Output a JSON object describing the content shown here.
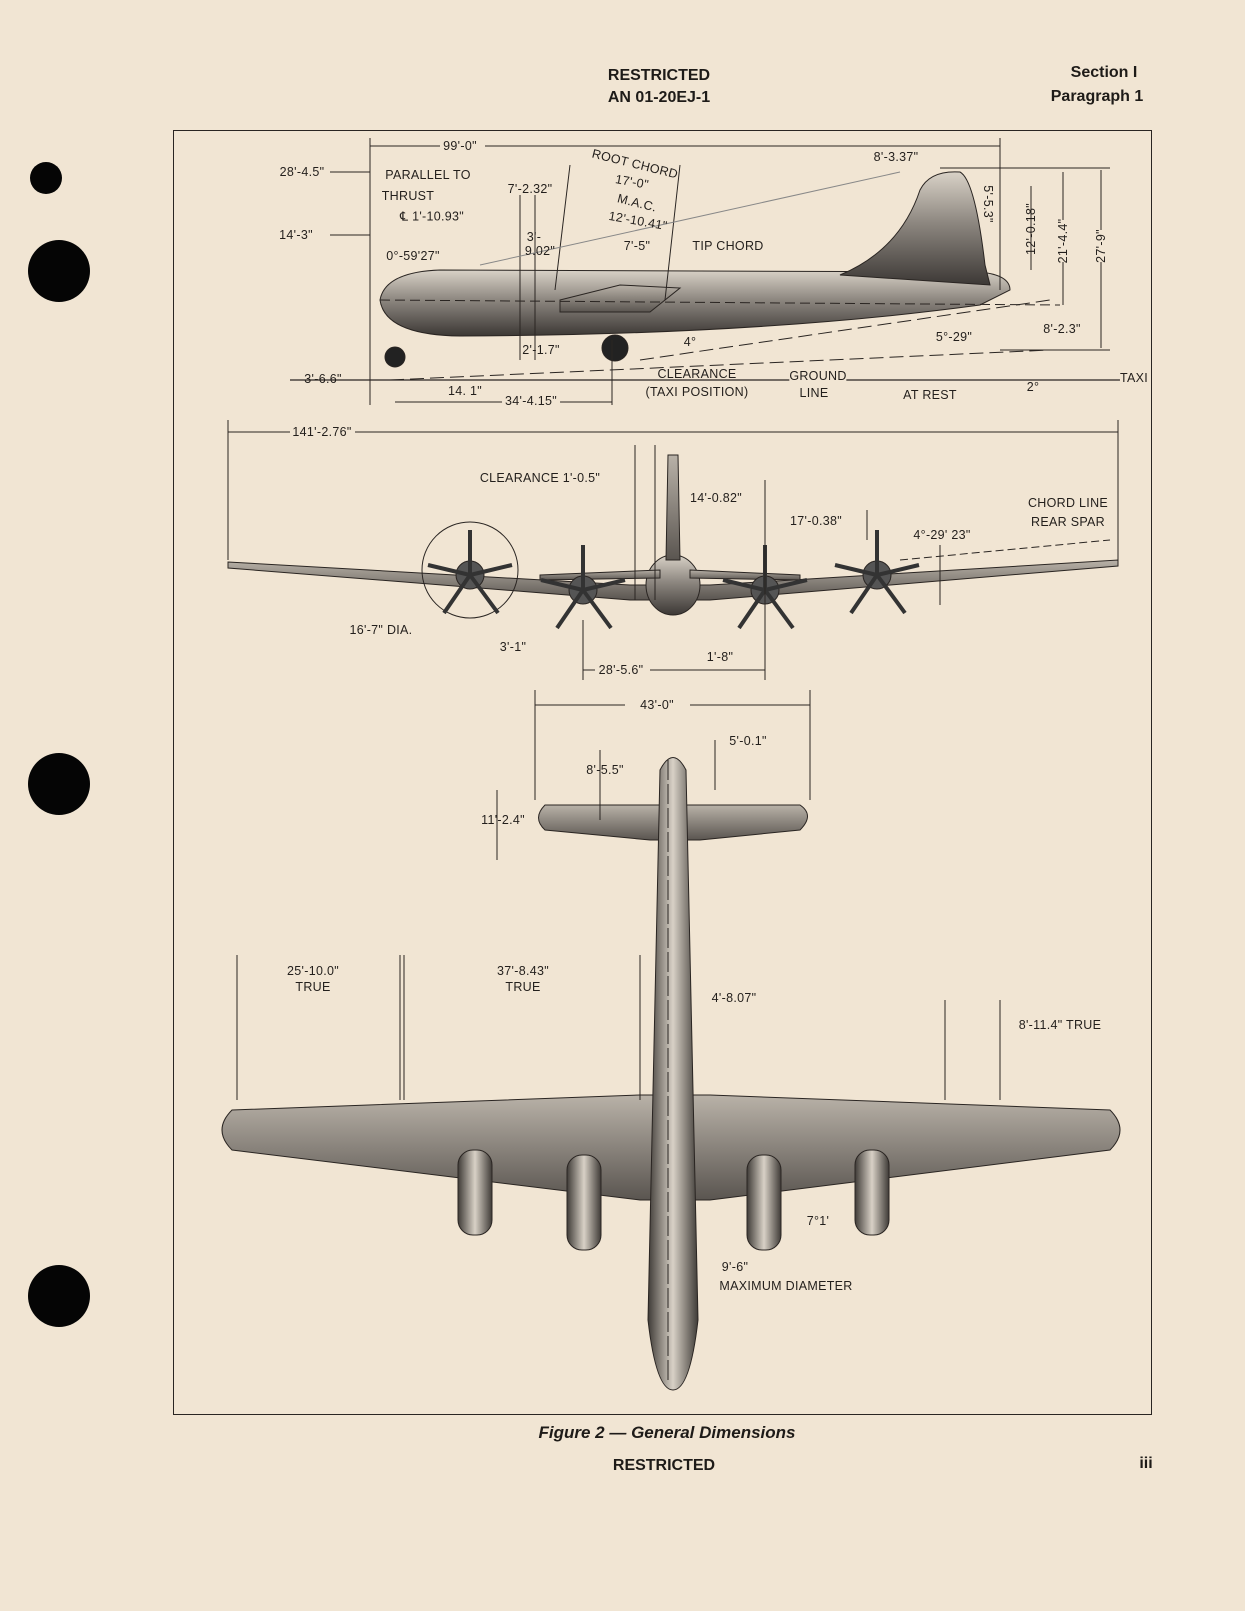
{
  "header": {
    "classification": "RESTRICTED",
    "publication": "AN 01-20EJ-1",
    "section": "Section I",
    "paragraph": "Paragraph 1"
  },
  "side_view": {
    "overall_length": "99'-0\"",
    "dim_28_4_5": "28'-4.5\"",
    "parallel_to": "PARALLEL TO",
    "thrust": "THRUST",
    "thrust_cl": "℄ 1'-10.93\"",
    "dim_14_3": "14'-3\"",
    "dim_7_2_32": "7'-2.32\"",
    "root_chord": "ROOT CHORD",
    "root_chord_len": "17'-0\"",
    "mac": "M.A.C.",
    "mac_len": "12'-10.41\"",
    "dim_3_a": "3'-",
    "dim_3_b": "9.02\"",
    "incidence": "0°-59'27\"",
    "dim_7_5": "7'-5\"",
    "tip_chord": "TIP CHORD",
    "dim_2_1_7": "2'-1.7\"",
    "angle_4": "4°",
    "dim_3_6_6": "3'-6.6\"",
    "dim_14_1": "14. 1\"",
    "dim_34_4_15": "34'-4.15\"",
    "clearance": "CLEARANCE",
    "taxi_position": "(TAXI POSITION)",
    "ground": "GROUND",
    "line": "LINE",
    "at_rest": "AT REST",
    "angle_2": "2°",
    "taxi": "TAXI",
    "dim_8_3_37": "8'-3.37\"",
    "dim_5_5_3": "5'-5.3\"",
    "dim_12_0_18": "12'-0.18\"",
    "dim_21_4_4": "21'-4.4\"",
    "dim_27_9": "27'-9\"",
    "angle_5_29": "5°-29\"",
    "dim_8_2_3": "8'-2.3\""
  },
  "front_view": {
    "span": "141'-2.76\"",
    "clearance": "CLEARANCE 1'-0.5\"",
    "dim_14_0_82": "14'-0.82\"",
    "dim_17_0_38": "17'-0.38\"",
    "chord_line": "CHORD LINE",
    "rear_spar": "REAR SPAR",
    "dihedral": "4°-29' 23\"",
    "prop_dia": "16'-7\" DIA.",
    "dim_3_1": "3'-1\"",
    "dim_28_5_6": "28'-5.6\"",
    "dim_1_8": "1'-8\""
  },
  "top_view": {
    "stab_span": "43'-0\"",
    "dim_5_0_1": "5'-0.1\"",
    "dim_8_5_5": "8'-5.5\"",
    "dim_11_2_4": "11'-2.4\"",
    "dim_25_10": "25'-10.0\"",
    "true_1": "TRUE",
    "dim_37_8_43": "37'-8.43\"",
    "true_2": "TRUE",
    "dim_4_8_07": "4'-8.07\"",
    "dim_8_11_4": "8'-11.4\" TRUE",
    "angle_7_1": "7°1'",
    "dim_9_6": "9'-6\"",
    "max_diameter": "MAXIMUM DIAMETER"
  },
  "caption": "Figure 2 — General Dimensions",
  "footer": {
    "classification": "RESTRICTED",
    "page": "iii"
  }
}
